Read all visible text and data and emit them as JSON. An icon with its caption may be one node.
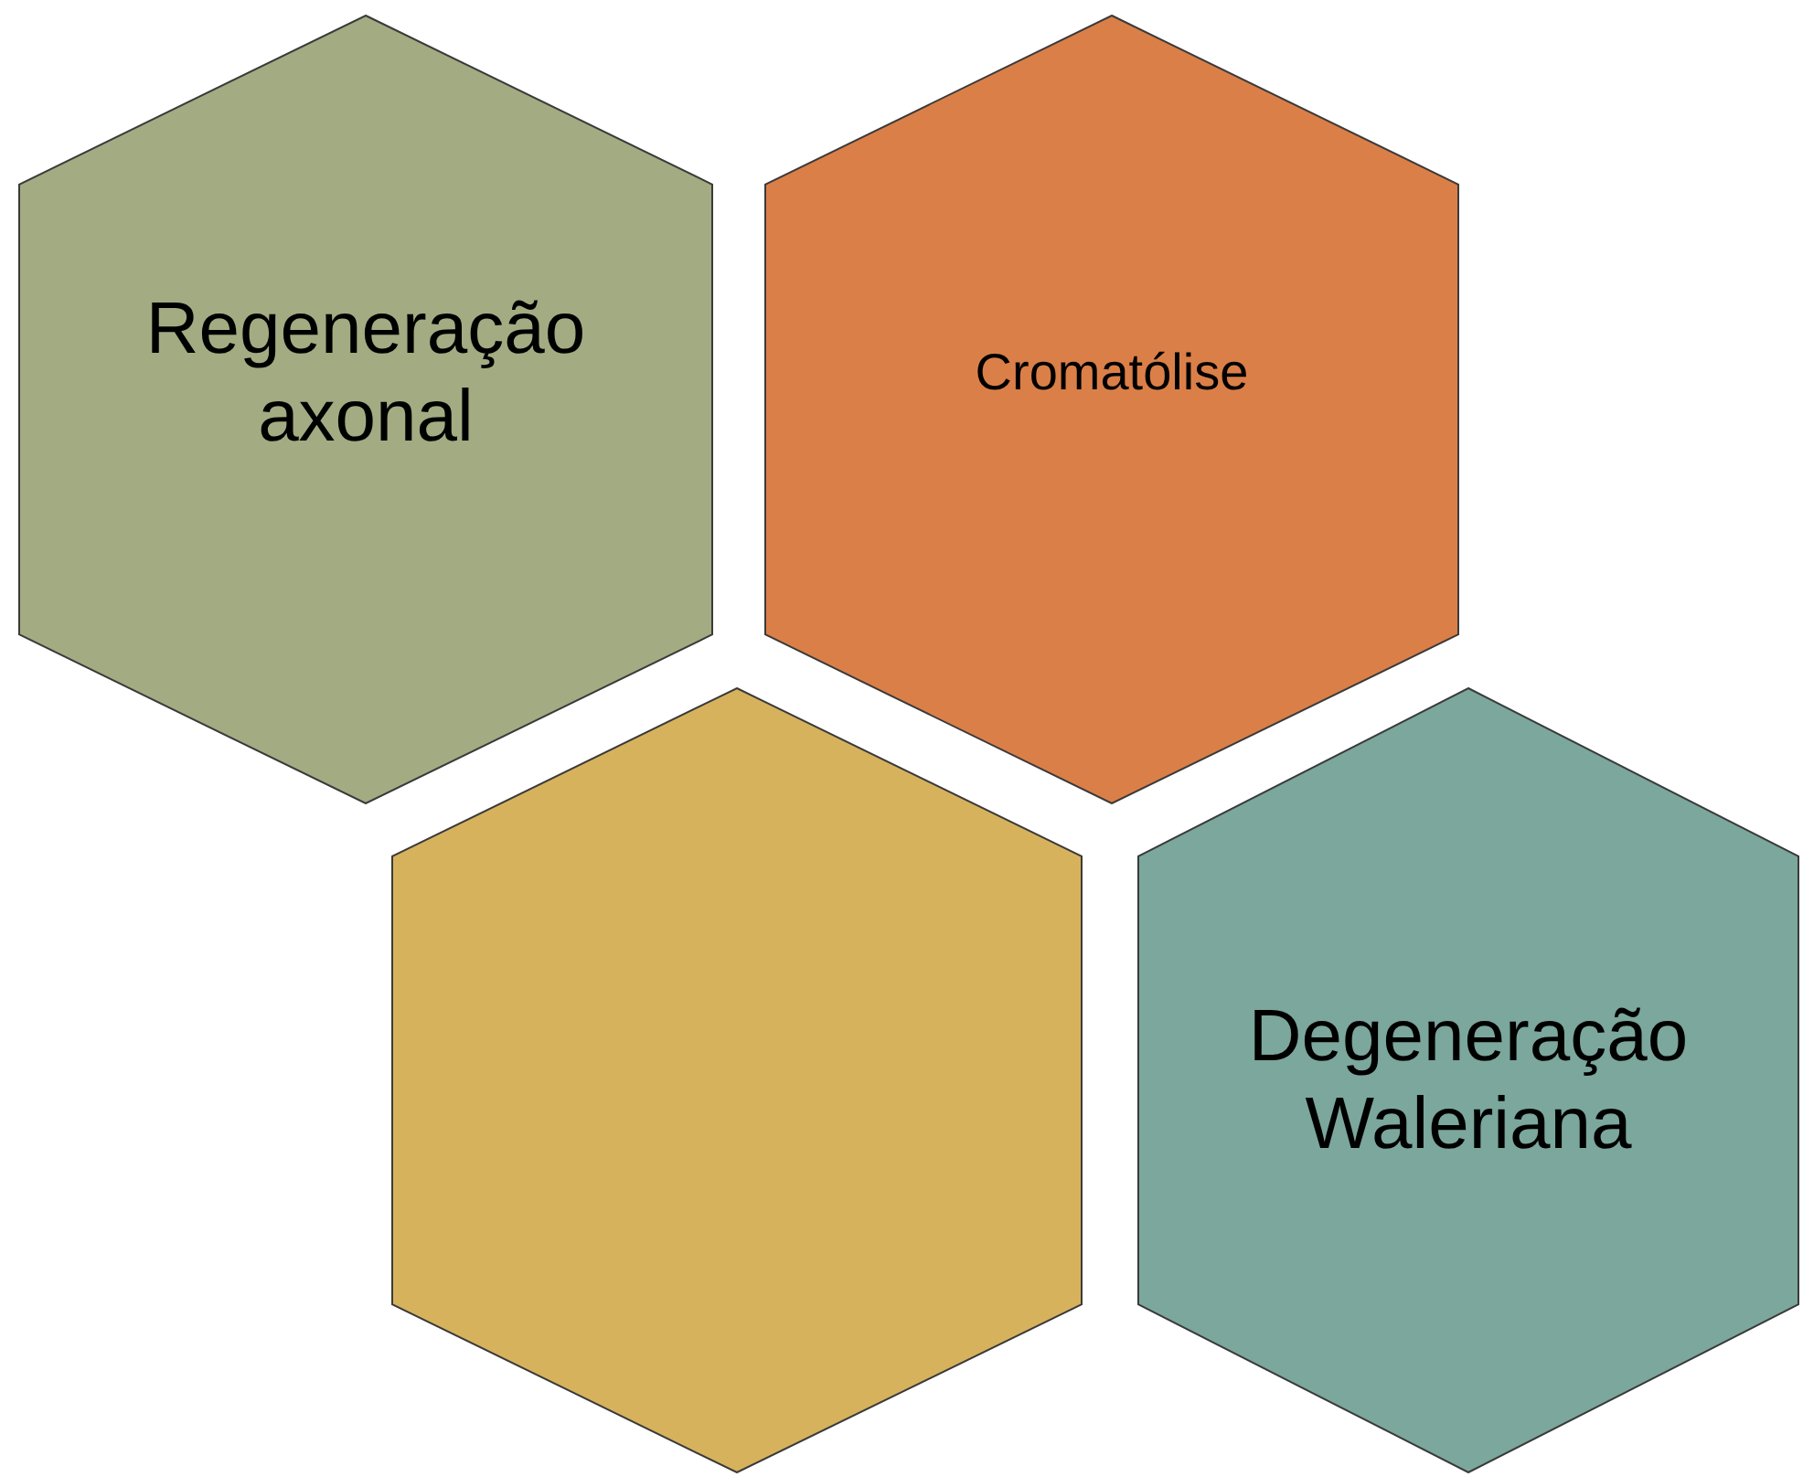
{
  "diagram": {
    "nodes": [
      {
        "text": [
          "Regeneração axonal"
        ]
      },
      {
        "text": [
          "Cromatólise"
        ]
      },
      {
        "text": [],
        "shape": "hexagon"
      },
      {
        "text": [
          "Degeneração Waleriana"
        ]
      }
    ]
  }
}
